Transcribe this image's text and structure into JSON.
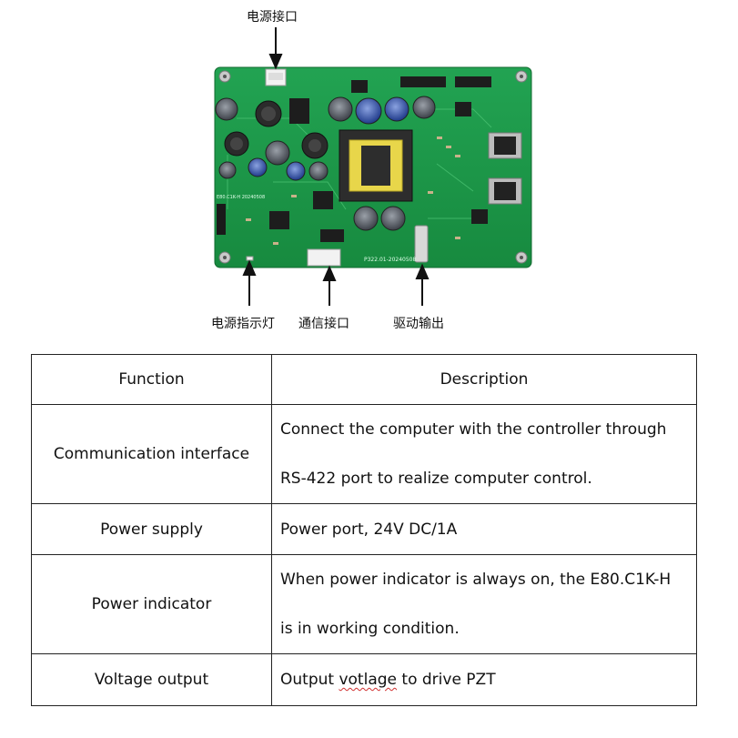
{
  "figure": {
    "labels": {
      "power_port": "电源接口",
      "power_indicator": "电源指示灯",
      "comm_port": "通信接口",
      "drive_output": "驱动输出"
    },
    "board_marks": {
      "silkscreen_model": "P322.01-20240508",
      "silkscreen_left": "E80.C1K-H 20240508"
    }
  },
  "table": {
    "headers": {
      "function": "Function",
      "description": "Description"
    },
    "rows": [
      {
        "function": "Communication interface",
        "line1": "Connect the computer with the controller through",
        "line2": "RS-422 port to realize computer control."
      },
      {
        "function": "Power supply",
        "line1": "Power port, 24V DC/1A"
      },
      {
        "function": "Power indicator",
        "line1": "When power indicator is always on, the E80.C1K-H",
        "line2": "is in working condition."
      },
      {
        "function": "Voltage output",
        "pre": "Output ",
        "misspelled": "votlage",
        "post": " to drive PZT"
      }
    ]
  },
  "colors": {
    "pcb_green": "#1f9a4a",
    "border": "#222222",
    "spellcheck": "#d03030"
  }
}
